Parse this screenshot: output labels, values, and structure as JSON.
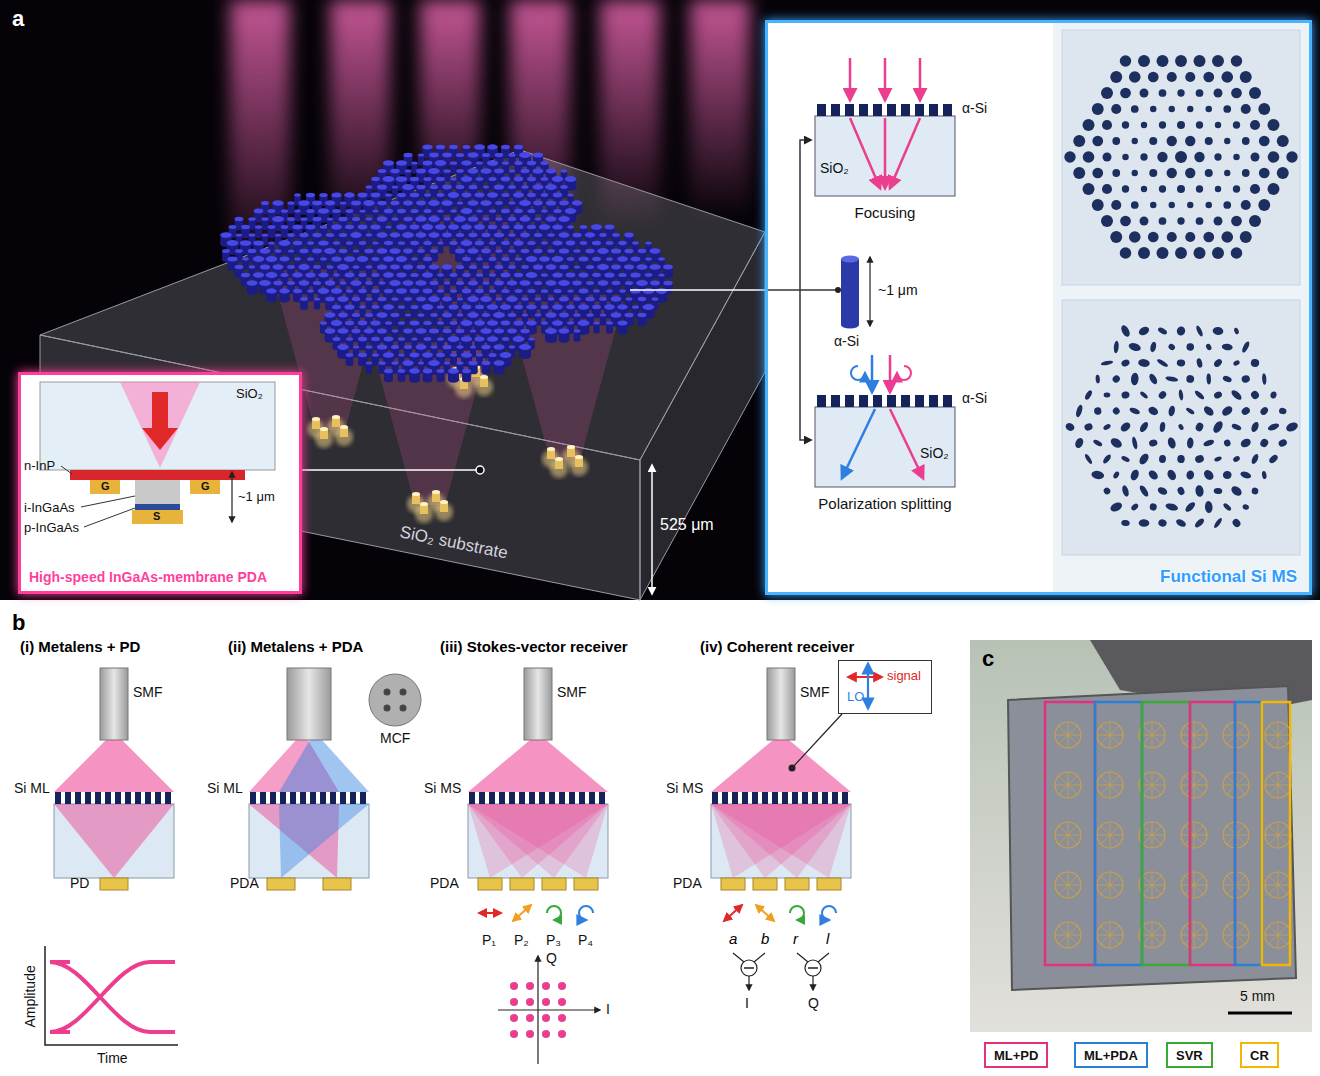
{
  "diagram": {
    "nodes": [
      {
        "text": [
          "Functional Si MS"
        ]
      },
      {
        "text": [
          "High-speed InGaAs-membrane PDA"
        ]
      },
      {
        "text": [
          "signal",
          "LO"
        ]
      }
    ],
    "labels": [
      "a",
      "α-Si",
      "SiO₂",
      "Focusing",
      "~1 μm",
      "α-Si",
      "α-Si",
      "SiO₂",
      "Polarization splitting",
      "SiO₂",
      "n-InP",
      "G",
      "G",
      "i-InGaAs",
      "S",
      "p-InGaAs",
      "~1 μm",
      "SiO₂ substrate",
      "525 μm",
      "b",
      "(i) Metalens + PD",
      "SMF",
      "Si ML",
      "PD",
      "Amplitude",
      "Time",
      "(ii) Metalens + PDA",
      "MCF",
      "Si ML",
      "PDA",
      "(iii) Stokes-vector receiver",
      "SMF",
      "Si MS",
      "PDA",
      "P₁",
      "P₂",
      "P₃",
      "P₄",
      "Q",
      "I",
      "(iv) Coherent receiver",
      "SMF",
      "Si MS",
      "PDA",
      "a",
      "b",
      "r",
      "l",
      "I",
      "Q",
      "c",
      "5 mm"
    ],
    "legend": [
      {
        "text": "ML+PD",
        "color": "#e4317f"
      },
      {
        "text": "ML+PDA",
        "color": "#2b7fd4"
      },
      {
        "text": "SVR",
        "color": "#3aa935"
      },
      {
        "text": "CR",
        "color": "#f2b705"
      }
    ]
  }
}
